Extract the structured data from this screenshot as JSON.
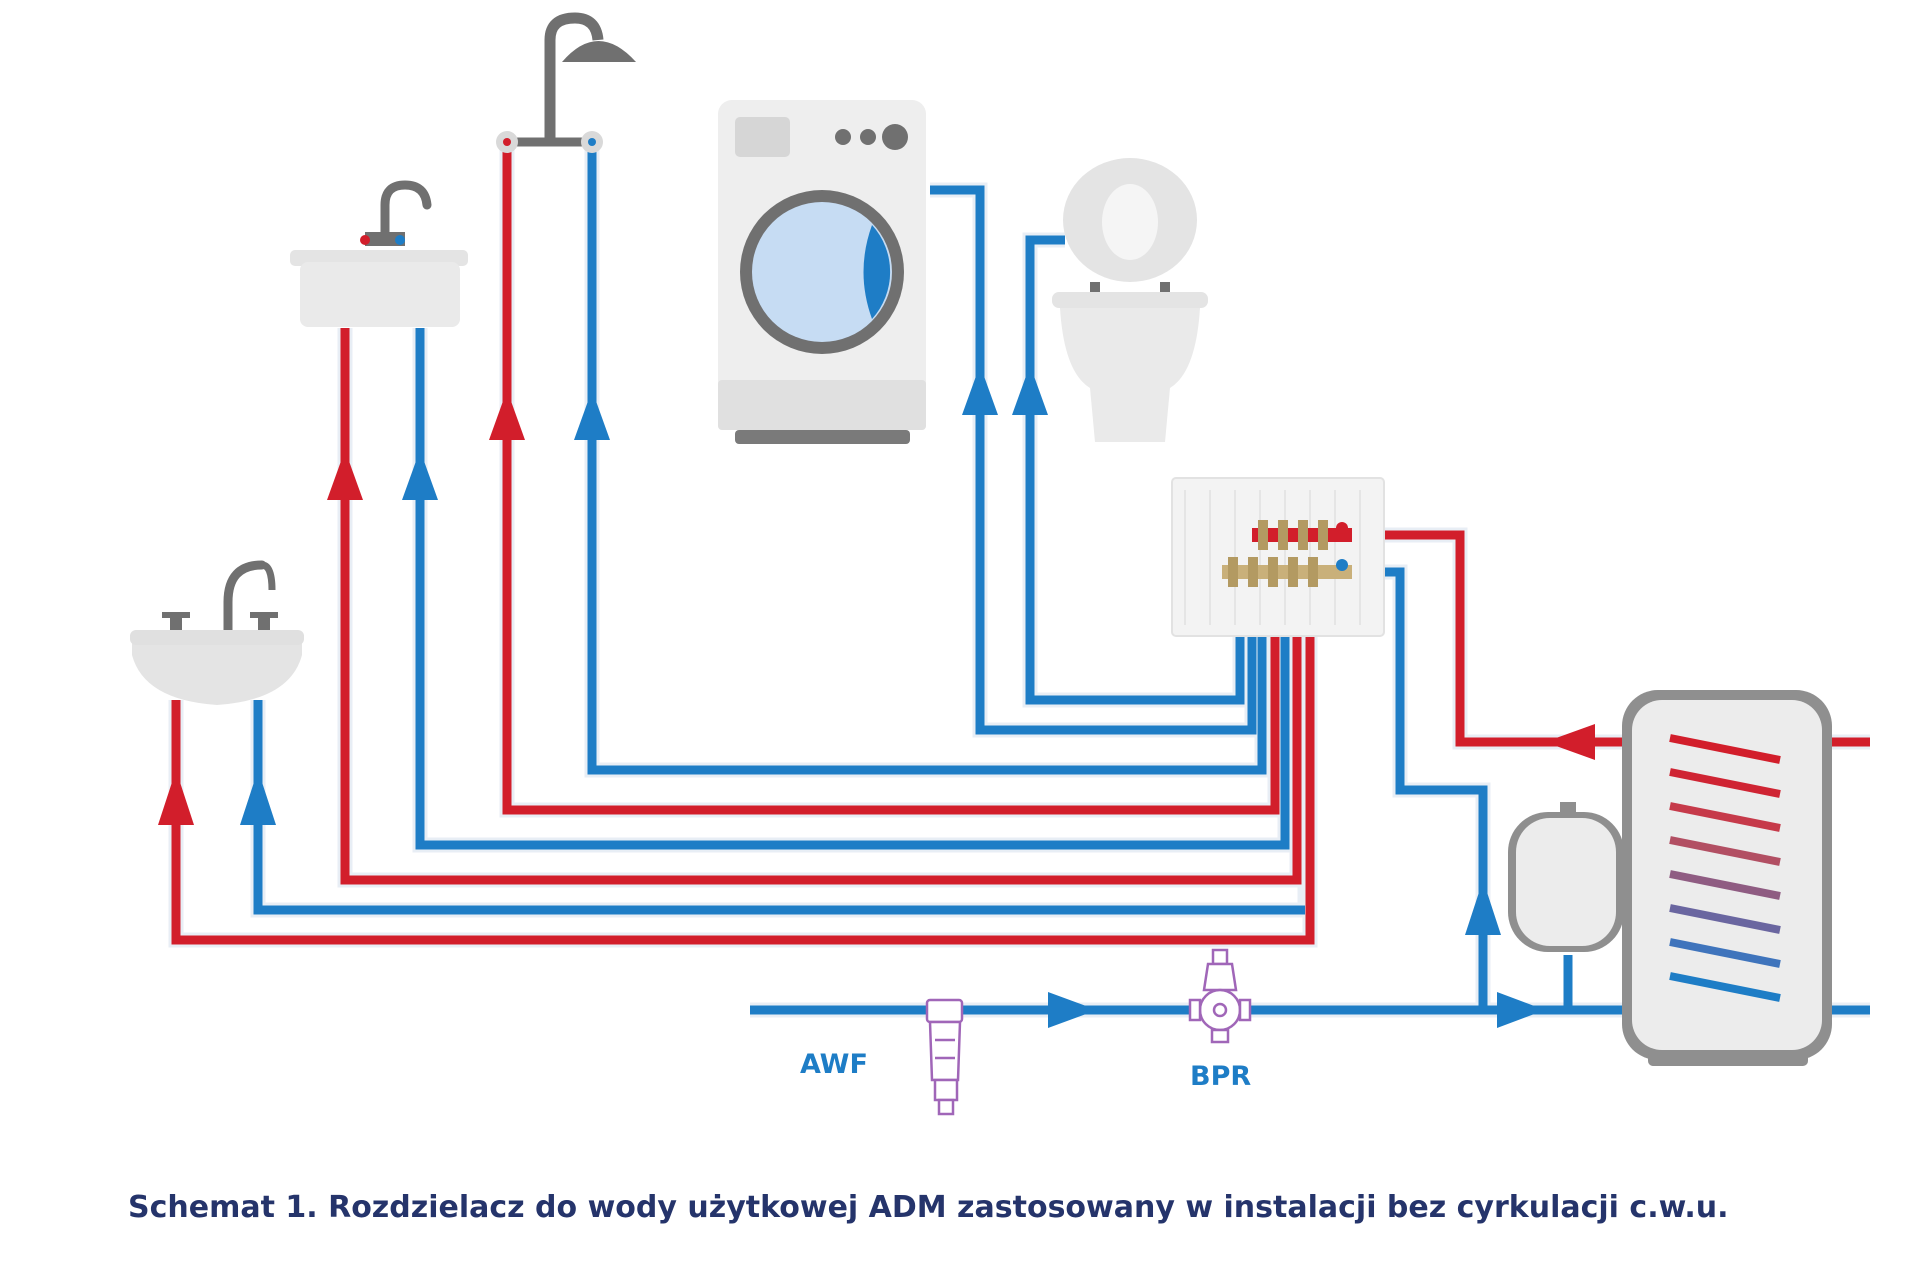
{
  "labels": {
    "awf": "AWF",
    "bpr": "BPR"
  },
  "caption": "Schemat 1. Rozdzielacz do wody użytkowej ADM zastosowany w instalacji bez cyrkulacji c.w.u.",
  "colors": {
    "hot_pipe": "#d21e2b",
    "cold_pipe": "#1e7dc6",
    "label_blue": "#1e7dc6",
    "caption": "#25346b",
    "fixture_gray": "#e4e4e4",
    "fixture_dark": "#707070",
    "valve_outline": "#a066b8"
  },
  "icons": [
    "sink-icon",
    "shower-icon",
    "washing-machine-icon",
    "toilet-icon",
    "manifold-icon",
    "boiler-icon",
    "expansion-tank-icon",
    "filter-icon",
    "pressure-reducer-icon"
  ]
}
